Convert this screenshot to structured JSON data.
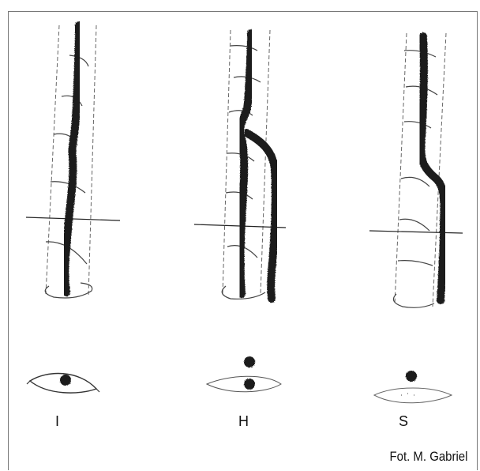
{
  "labels": {
    "panel_1": "I",
    "panel_2": "H",
    "panel_3": "S"
  },
  "credit": "Fot. M. Gabriel",
  "colors": {
    "ink": "#1a1a1a",
    "pencil": "#555555",
    "paper": "#ffffff"
  }
}
